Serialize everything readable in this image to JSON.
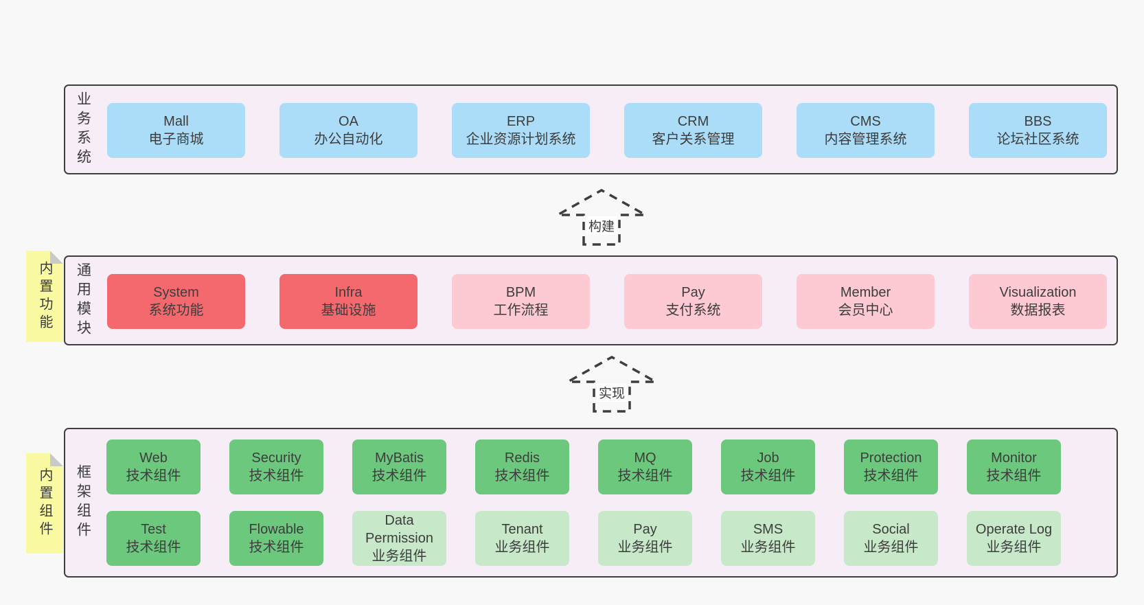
{
  "colors": {
    "page_bg": "#f8f8f8",
    "panel_bg": "#f7edf6",
    "panel_border": "#3f3f3f",
    "box_blue": "#abddf8",
    "box_red": "#f4696e",
    "box_pink": "#fdc9d3",
    "box_green": "#6bc87d",
    "box_light_green": "#c7e9c9",
    "sticky_yellow": "#fafaa2",
    "sticky_fold": "#c9c9c9",
    "text": "#3d3d3d"
  },
  "business_layer": {
    "panel_label": "业务系统",
    "boxes": [
      {
        "name": "Mall",
        "desc": "电子商城"
      },
      {
        "name": "OA",
        "desc": "办公自动化"
      },
      {
        "name": "ERP",
        "desc": "企业资源计划系统"
      },
      {
        "name": "CRM",
        "desc": "客户关系管理"
      },
      {
        "name": "CMS",
        "desc": "内容管理系统"
      },
      {
        "name": "BBS",
        "desc": "论坛社区系统"
      }
    ]
  },
  "arrows": {
    "build_label": "构建",
    "implement_label": "实现"
  },
  "modules_layer": {
    "sticky_label": "内置功能",
    "panel_label": "通用模块",
    "boxes": [
      {
        "name": "System",
        "desc": "系统功能",
        "variant": "red"
      },
      {
        "name": "Infra",
        "desc": "基础设施",
        "variant": "red"
      },
      {
        "name": "BPM",
        "desc": "工作流程",
        "variant": "pink"
      },
      {
        "name": "Pay",
        "desc": "支付系统",
        "variant": "pink"
      },
      {
        "name": "Member",
        "desc": "会员中心",
        "variant": "pink"
      },
      {
        "name": "Visualization",
        "desc": "数据报表",
        "variant": "pink"
      }
    ]
  },
  "components_layer": {
    "sticky_label": "内置组件",
    "panel_label": "框架组件",
    "row1": [
      {
        "name": "Web",
        "desc": "技术组件",
        "variant": "green"
      },
      {
        "name": "Security",
        "desc": "技术组件",
        "variant": "green"
      },
      {
        "name": "MyBatis",
        "desc": "技术组件",
        "variant": "green"
      },
      {
        "name": "Redis",
        "desc": "技术组件",
        "variant": "green"
      },
      {
        "name": "MQ",
        "desc": "技术组件",
        "variant": "green"
      },
      {
        "name": "Job",
        "desc": "技术组件",
        "variant": "green"
      },
      {
        "name": "Protection",
        "desc": "技术组件",
        "variant": "green"
      },
      {
        "name": "Monitor",
        "desc": "技术组件",
        "variant": "green"
      }
    ],
    "row2": [
      {
        "name": "Test",
        "desc": "技术组件",
        "variant": "green"
      },
      {
        "name": "Flowable",
        "desc": "技术组件",
        "variant": "green"
      },
      {
        "name": "Data Permission",
        "desc": "业务组件",
        "variant": "light-green"
      },
      {
        "name": "Tenant",
        "desc": "业务组件",
        "variant": "light-green"
      },
      {
        "name": "Pay",
        "desc": "业务组件",
        "variant": "light-green"
      },
      {
        "name": "SMS",
        "desc": "业务组件",
        "variant": "light-green"
      },
      {
        "name": "Social",
        "desc": "业务组件",
        "variant": "light-green"
      },
      {
        "name": "Operate Log",
        "desc": "业务组件",
        "variant": "light-green"
      }
    ]
  }
}
